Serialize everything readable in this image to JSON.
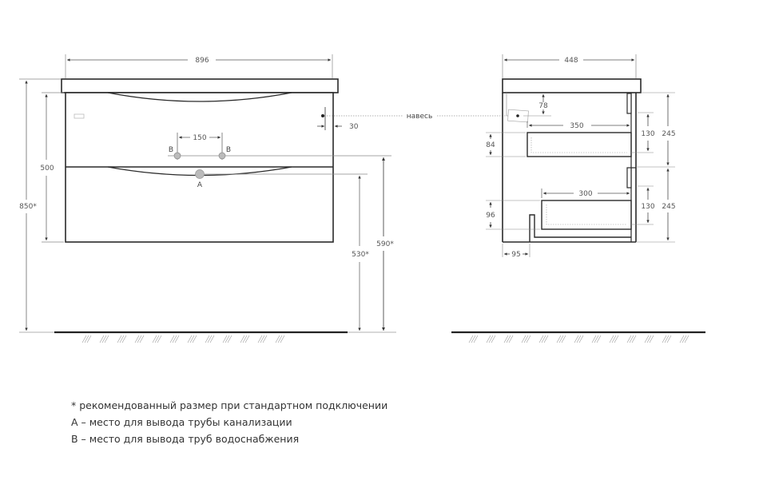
{
  "front_view": {
    "width_label": "896",
    "height_total_label": "850*",
    "body_height_label": "500",
    "pipe_spacing_label": "150",
    "hanger_offset_label": "30",
    "drain_height_label": "530*",
    "water_height_label": "590*",
    "marker_b_left": "B",
    "marker_b_right": "B",
    "marker_a": "A"
  },
  "hanger_label": "навесь",
  "side_view": {
    "depth_label": "448",
    "hanger_drop_label": "78",
    "upper_drawer_depth_label": "350",
    "upper_drawer_offset_label": "84",
    "upper_drawer_inner_label": "130",
    "upper_section_label": "245",
    "lower_drawer_depth_label": "300",
    "lower_drawer_offset_label": "96",
    "lower_drawer_inner_label": "130",
    "lower_section_label": "245",
    "cutout_label": "95"
  },
  "notes": {
    "line1": "* рекомендованный размер при стандартном подключении",
    "line2": "А – место для вывода трубы канализации",
    "line3": "В – место для вывода труб водоснабжения"
  },
  "colors": {
    "outline": "#2a2a2a",
    "dimension": "#777777",
    "pipe": "#b5b5b5"
  }
}
